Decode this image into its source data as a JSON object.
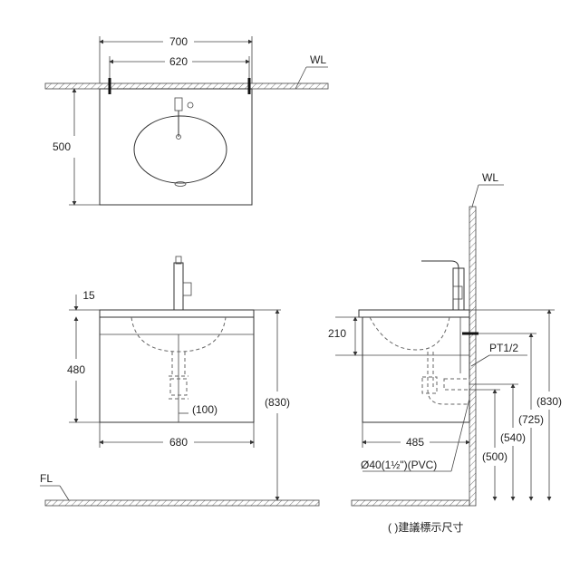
{
  "top_view": {
    "dim_700": "700",
    "dim_620": "620",
    "dim_500": "500",
    "wall_label": "WL"
  },
  "front_view": {
    "dim_15": "15",
    "dim_480": "480",
    "dim_100": "(100)",
    "dim_830": "(830)",
    "dim_680": "680",
    "floor_label": "FL"
  },
  "side_view": {
    "wall_label": "WL",
    "dim_210": "210",
    "pipe_thread": "PT1/2",
    "dim_830": "(830)",
    "dim_725": "(725)",
    "dim_540": "(540)",
    "dim_500": "(500)",
    "dim_485": "485",
    "drain_spec": "Ø40(1½\")(PVC)"
  },
  "note": "( )建議標示尺寸"
}
